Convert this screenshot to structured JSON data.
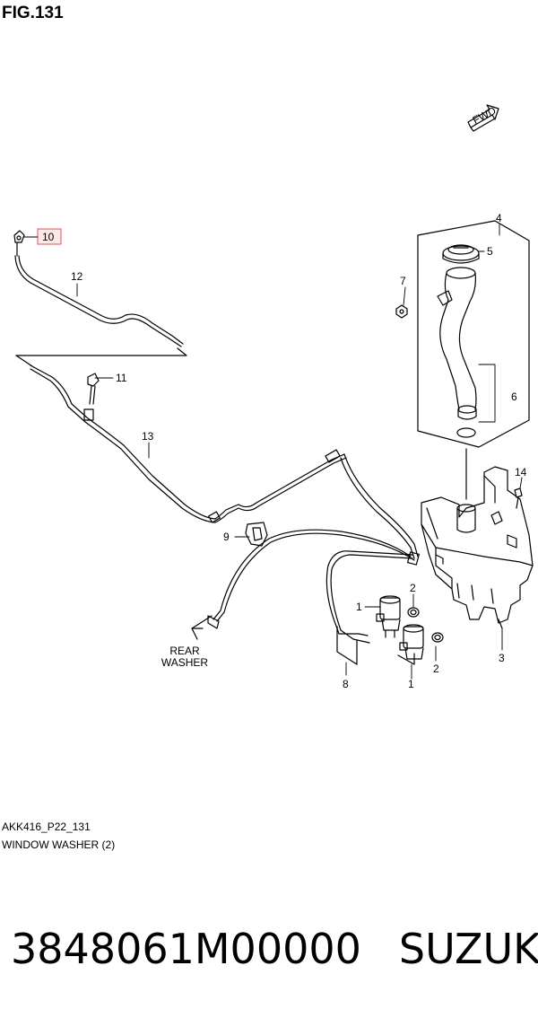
{
  "figure": {
    "title": "FIG.131",
    "fwd_label": "FWD",
    "rear_washer": [
      "REAR",
      "WASHER"
    ],
    "code": "AKK416_P22_131",
    "caption": "WINDOW WASHER (2)"
  },
  "callouts": {
    "c1a": "1",
    "c1b": "1",
    "c2a": "2",
    "c2b": "2",
    "c3": "3",
    "c4": "4",
    "c5": "5",
    "c6": "6",
    "c7": "7",
    "c8": "8",
    "c9": "9",
    "c10": "10",
    "c11": "11",
    "c12": "12",
    "c13": "13",
    "c14": "14"
  },
  "highlight_color": "#e05555",
  "footer": {
    "part_number": "3848061M00000",
    "brand": "SUZUKI"
  }
}
